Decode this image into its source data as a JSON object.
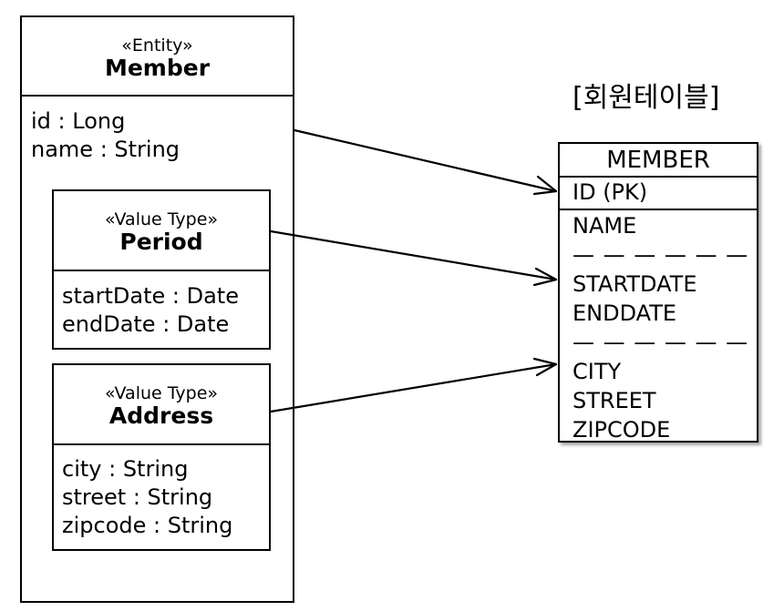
{
  "member": {
    "stereotype": "«Entity»",
    "name": "Member",
    "attributes": [
      "id : Long",
      "name : String"
    ]
  },
  "period": {
    "stereotype": "«Value Type»",
    "name": "Period",
    "attributes": [
      "startDate : Date",
      "endDate : Date"
    ]
  },
  "address": {
    "stereotype": "«Value Type»",
    "name": "Address",
    "attributes": [
      "city : String",
      "street : String",
      "zipcode : String"
    ]
  },
  "table": {
    "caption": "[회원테이블]",
    "name": "MEMBER",
    "primary_key": "ID (PK)",
    "columns": [
      "NAME",
      "— — — — — —",
      "STARTDATE",
      "ENDDATE",
      "— — — — — —",
      "CITY",
      "STREET",
      "ZIPCODE"
    ]
  }
}
